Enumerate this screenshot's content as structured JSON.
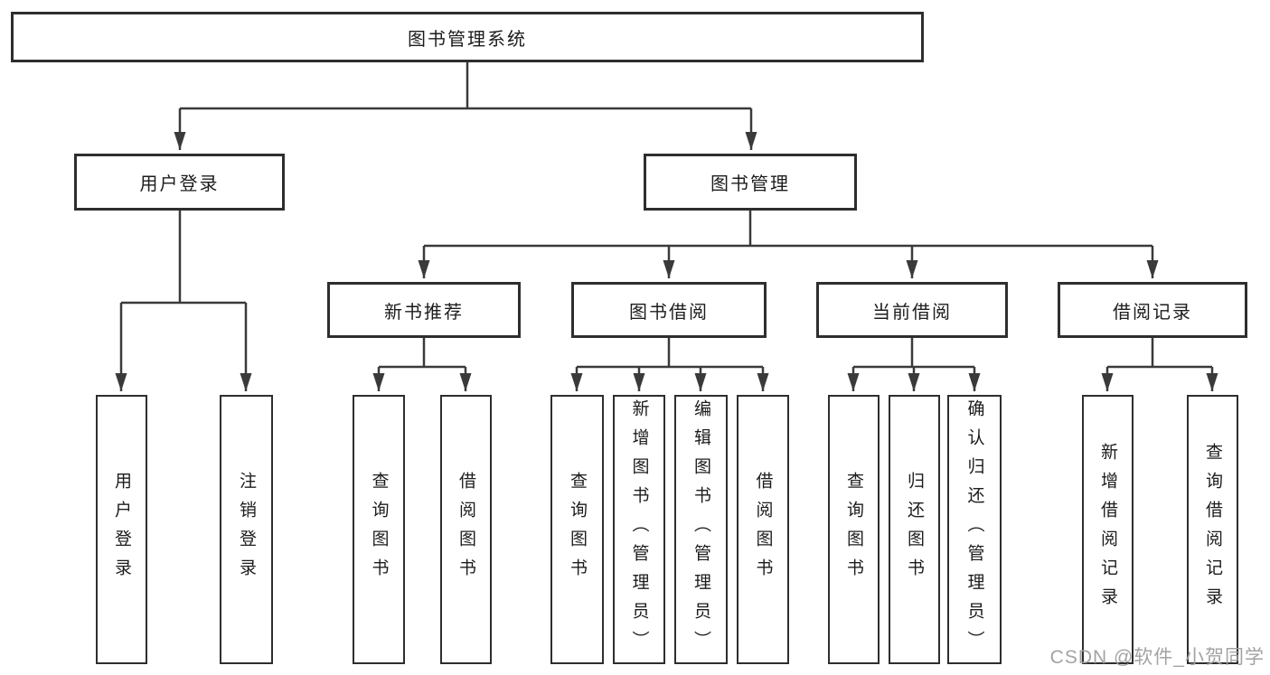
{
  "tree": {
    "root": {
      "label": "图书管理系统"
    },
    "user_login": {
      "label": "用户登录",
      "children": [
        {
          "label": "用户登录"
        },
        {
          "label": "注销登录"
        }
      ]
    },
    "book_management": {
      "label": "图书管理",
      "groups": [
        {
          "label": "新书推荐",
          "children": [
            {
              "label": "查询图书"
            },
            {
              "label": "借阅图书"
            }
          ]
        },
        {
          "label": "图书借阅",
          "children": [
            {
              "label": "查询图书"
            },
            {
              "label": "新增图书（管理员）"
            },
            {
              "label": "编辑图书（管理员）"
            },
            {
              "label": "借阅图书"
            }
          ]
        },
        {
          "label": "当前借阅",
          "children": [
            {
              "label": "查询图书"
            },
            {
              "label": "归还图书"
            },
            {
              "label": "确认归还（管理员）"
            }
          ]
        },
        {
          "label": "借阅记录",
          "children": [
            {
              "label": "新增借阅记录"
            },
            {
              "label": "查询借阅记录"
            }
          ]
        }
      ]
    }
  },
  "watermark": {
    "text": "CSDN @软件_小贺同学"
  }
}
